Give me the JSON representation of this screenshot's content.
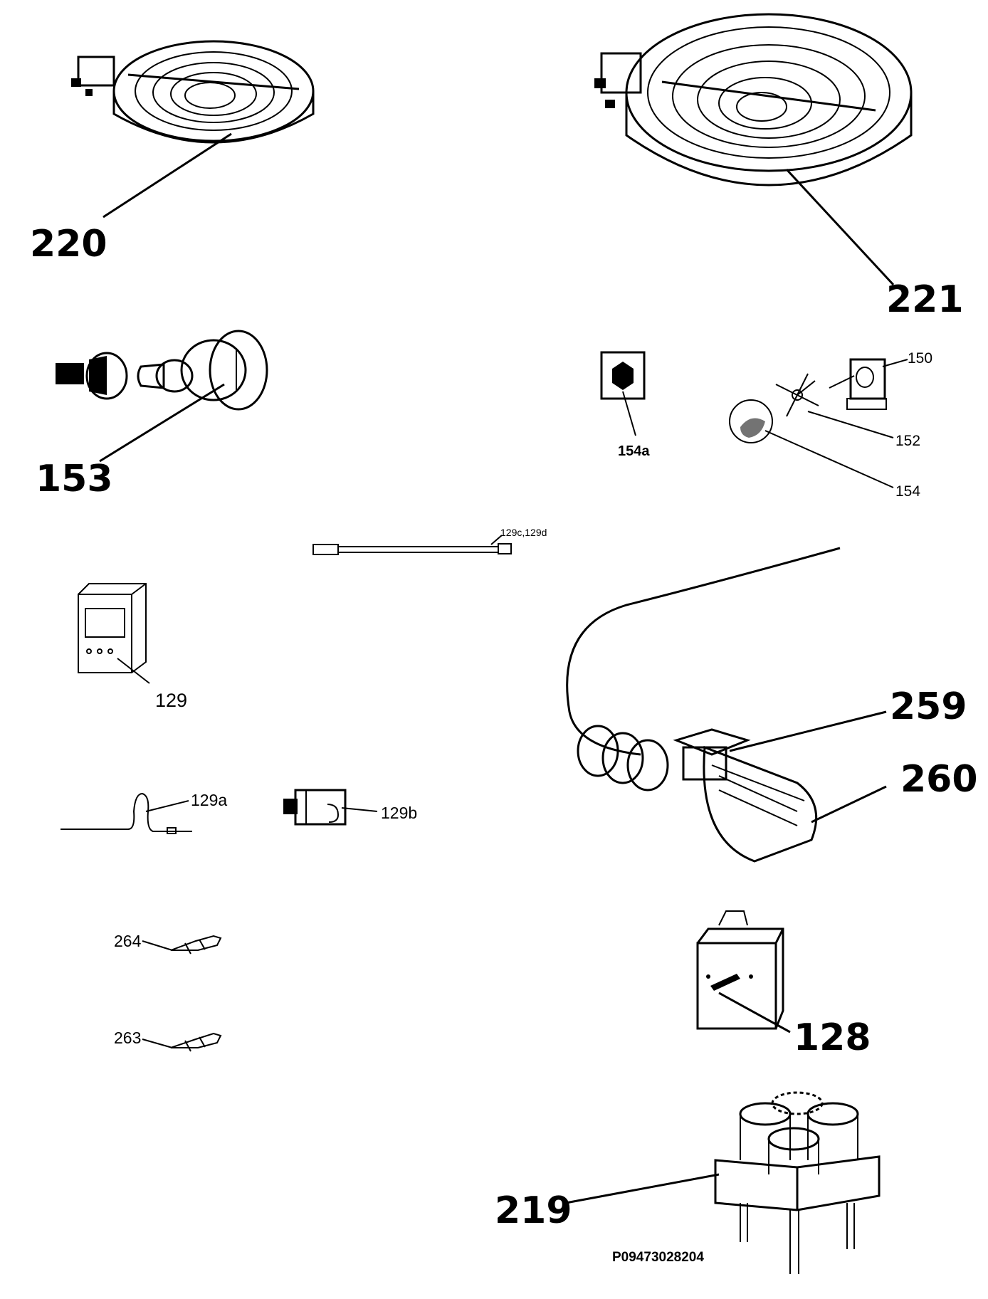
{
  "labels": {
    "p220": "220",
    "p221": "221",
    "p153": "153",
    "p154a": "154a",
    "p150": "150",
    "p152": "152",
    "p154": "154",
    "p129cd": "129c,129d",
    "p129": "129",
    "p259": "259",
    "p260": "260",
    "p129a": "129a",
    "p129b": "129b",
    "p264": "264",
    "p263": "263",
    "p128": "128",
    "p219": "219"
  },
  "drawing_code": "P09473028204"
}
